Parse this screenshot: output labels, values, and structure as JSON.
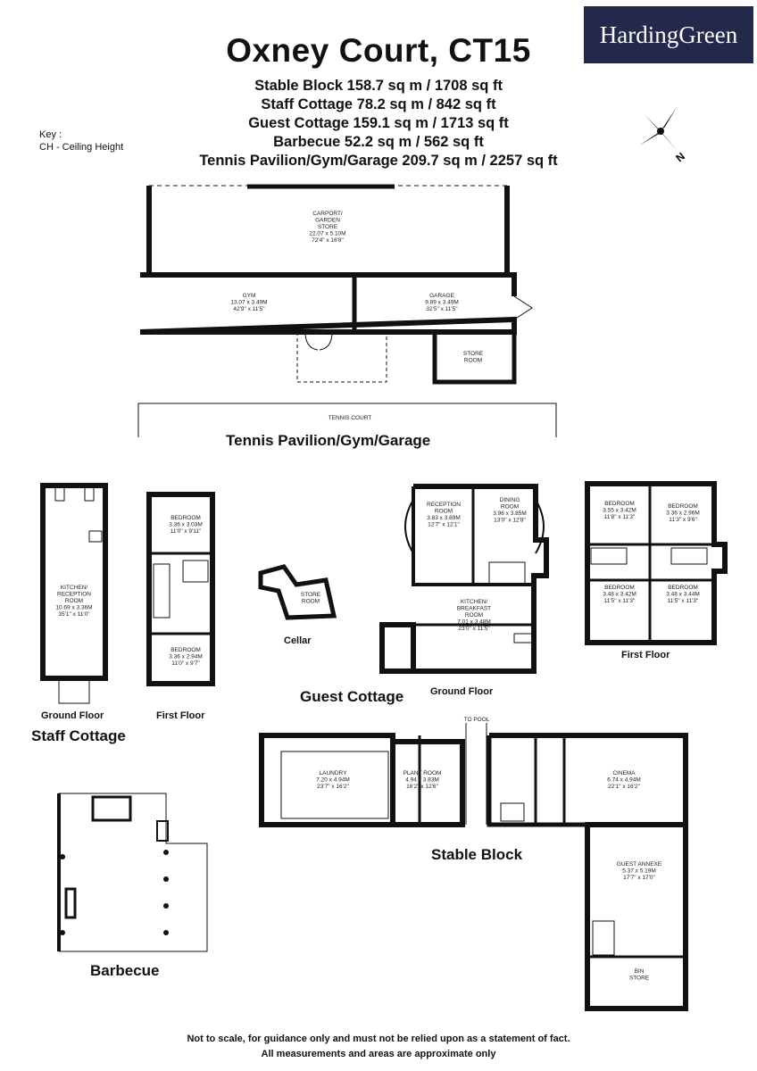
{
  "header": {
    "title": "Oxney Court, CT15",
    "areas": [
      "Stable Block  158.7 sq m / 1708 sq ft",
      "Staff Cottage 78.2 sq m / 842 sq ft",
      "Guest Cottage 159.1 sq m / 1713 sq ft",
      "Barbecue 52.2 sq m / 562 sq ft",
      "Tennis Pavilion/Gym/Garage 209.7 sq m / 2257 sq ft"
    ],
    "logo": "HardingGreen",
    "compass_letter": "N"
  },
  "key": {
    "title": "Key :",
    "ceiling": "CH - Ceiling Height"
  },
  "buildings": {
    "tennis": "Tennis Pavilion/Gym/Garage",
    "staff": "Staff Cottage",
    "guest": "Guest Cottage",
    "barbecue": "Barbecue",
    "stable": "Stable Block"
  },
  "floors": {
    "staff_ground": "Ground Floor",
    "staff_first": "First Floor",
    "cellar": "Cellar",
    "guest_ground": "Ground Floor",
    "guest_first": "First Floor"
  },
  "rooms": {
    "carport": [
      "CARPORT/",
      "GARDEN",
      "STORE",
      "22.07 x 5.10M",
      "72'4\" x 16'8\""
    ],
    "gym": [
      "GYM",
      "13.07 x 3.49M",
      "42'9\" x 11'5\""
    ],
    "garage": [
      "GARAGE",
      "9.89 x 3.49M",
      "32'5\" x 11'5\""
    ],
    "store_room": [
      "STORE",
      "ROOM"
    ],
    "tennis_court": [
      "TENNIS COURT"
    ],
    "kitchen_reception": [
      "KITCHEN/",
      "RECEPTION",
      "ROOM",
      "10.69 x 3.36M",
      "35'1\" x 11'0\""
    ],
    "staff_bedroom1": [
      "BEDROOM",
      "3.36 x 3.03M",
      "11'0\" x 9'11\""
    ],
    "staff_bedroom2": [
      "BEDROOM",
      "3.36 x 2.94M",
      "11'0\" x 9'7\""
    ],
    "cellar_store": [
      "STORE",
      "ROOM"
    ],
    "reception_room": [
      "RECEPTION",
      "ROOM",
      "3.83 x 3.69M",
      "12'7\" x 12'1\""
    ],
    "dining_room": [
      "DINING",
      "ROOM",
      "3.96 x 3.85M",
      "13'0\" x 12'8\""
    ],
    "kitchen_breakfast": [
      "KITCHEN/",
      "BREAKFAST",
      "ROOM",
      "7.01 x 3.48M",
      "23'0\" x 11'5\""
    ],
    "guest_bedroom1": [
      "BEDROOM",
      "3.55 x 3.42M",
      "11'8\" x 11'3\""
    ],
    "guest_bedroom2": [
      "BEDROOM",
      "3.36 x 2.96M",
      "11'3\" x 9'6\""
    ],
    "guest_bedroom3": [
      "BEDROOM",
      "3.48 x 3.42M",
      "11'5\" x 11'3\""
    ],
    "guest_bedroom4": [
      "BEDROOM",
      "3.48 x 3.44M",
      "11'5\" x 11'3\""
    ],
    "laundry": [
      "LAUNDRY",
      "7.20 x 4.94M",
      "23'7\" x 16'2\""
    ],
    "plant_room": [
      "PLANT ROOM",
      "4.94 x 3.83M",
      "16'2\" x 12'6\""
    ],
    "to_pool": [
      "TO POOL"
    ],
    "cinema": [
      "CINEMA",
      "6.74 x 4.94M",
      "22'1\" x 16'2\""
    ],
    "guest_annexe": [
      "GUEST ANNEXE",
      "5.37 x 5.19M",
      "17'7\" x 17'0\""
    ],
    "bin_store": [
      "BIN",
      "STORE"
    ]
  },
  "footer": [
    "Not to scale, for guidance only and must not be relied upon as a statement of fact.",
    "All measurements and areas are approximate only"
  ],
  "colors": {
    "wall": "#111111",
    "logo_bg": "#24284a",
    "fixture": "#777777"
  }
}
